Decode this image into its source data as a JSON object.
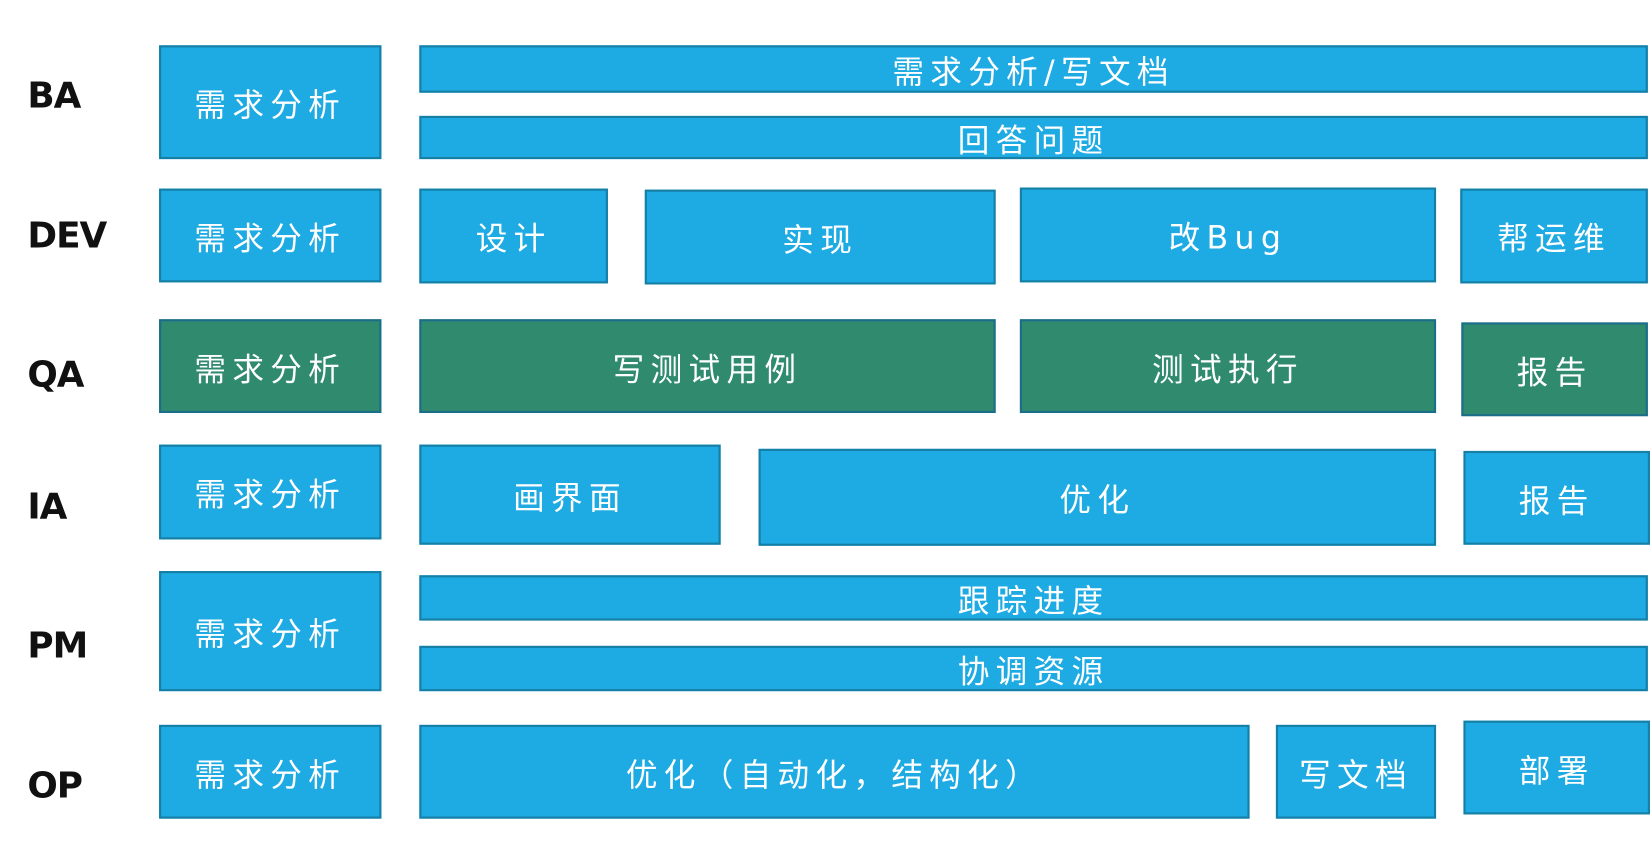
{
  "colors": {
    "blue": "#1eaae2",
    "green": "#2f8a6e",
    "border": "#167fa6"
  },
  "rows": [
    {
      "role": "BA",
      "tasks": [
        "需求分析",
        "需求分析/写文档",
        "回答问题"
      ]
    },
    {
      "role": "DEV",
      "tasks": [
        "需求分析",
        "设计",
        "实现",
        "改Bug",
        "帮运维"
      ]
    },
    {
      "role": "QA",
      "tasks": [
        "需求分析",
        "写测试用例",
        "测试执行",
        "报告"
      ]
    },
    {
      "role": "IA",
      "tasks": [
        "需求分析",
        "画界面",
        "优化",
        "报告"
      ]
    },
    {
      "role": "PM",
      "tasks": [
        "需求分析",
        "跟踪进度",
        "协调资源"
      ]
    },
    {
      "role": "OP",
      "tasks": [
        "需求分析",
        "优化（自动化，结构化）",
        "写文档",
        "部署"
      ]
    }
  ]
}
